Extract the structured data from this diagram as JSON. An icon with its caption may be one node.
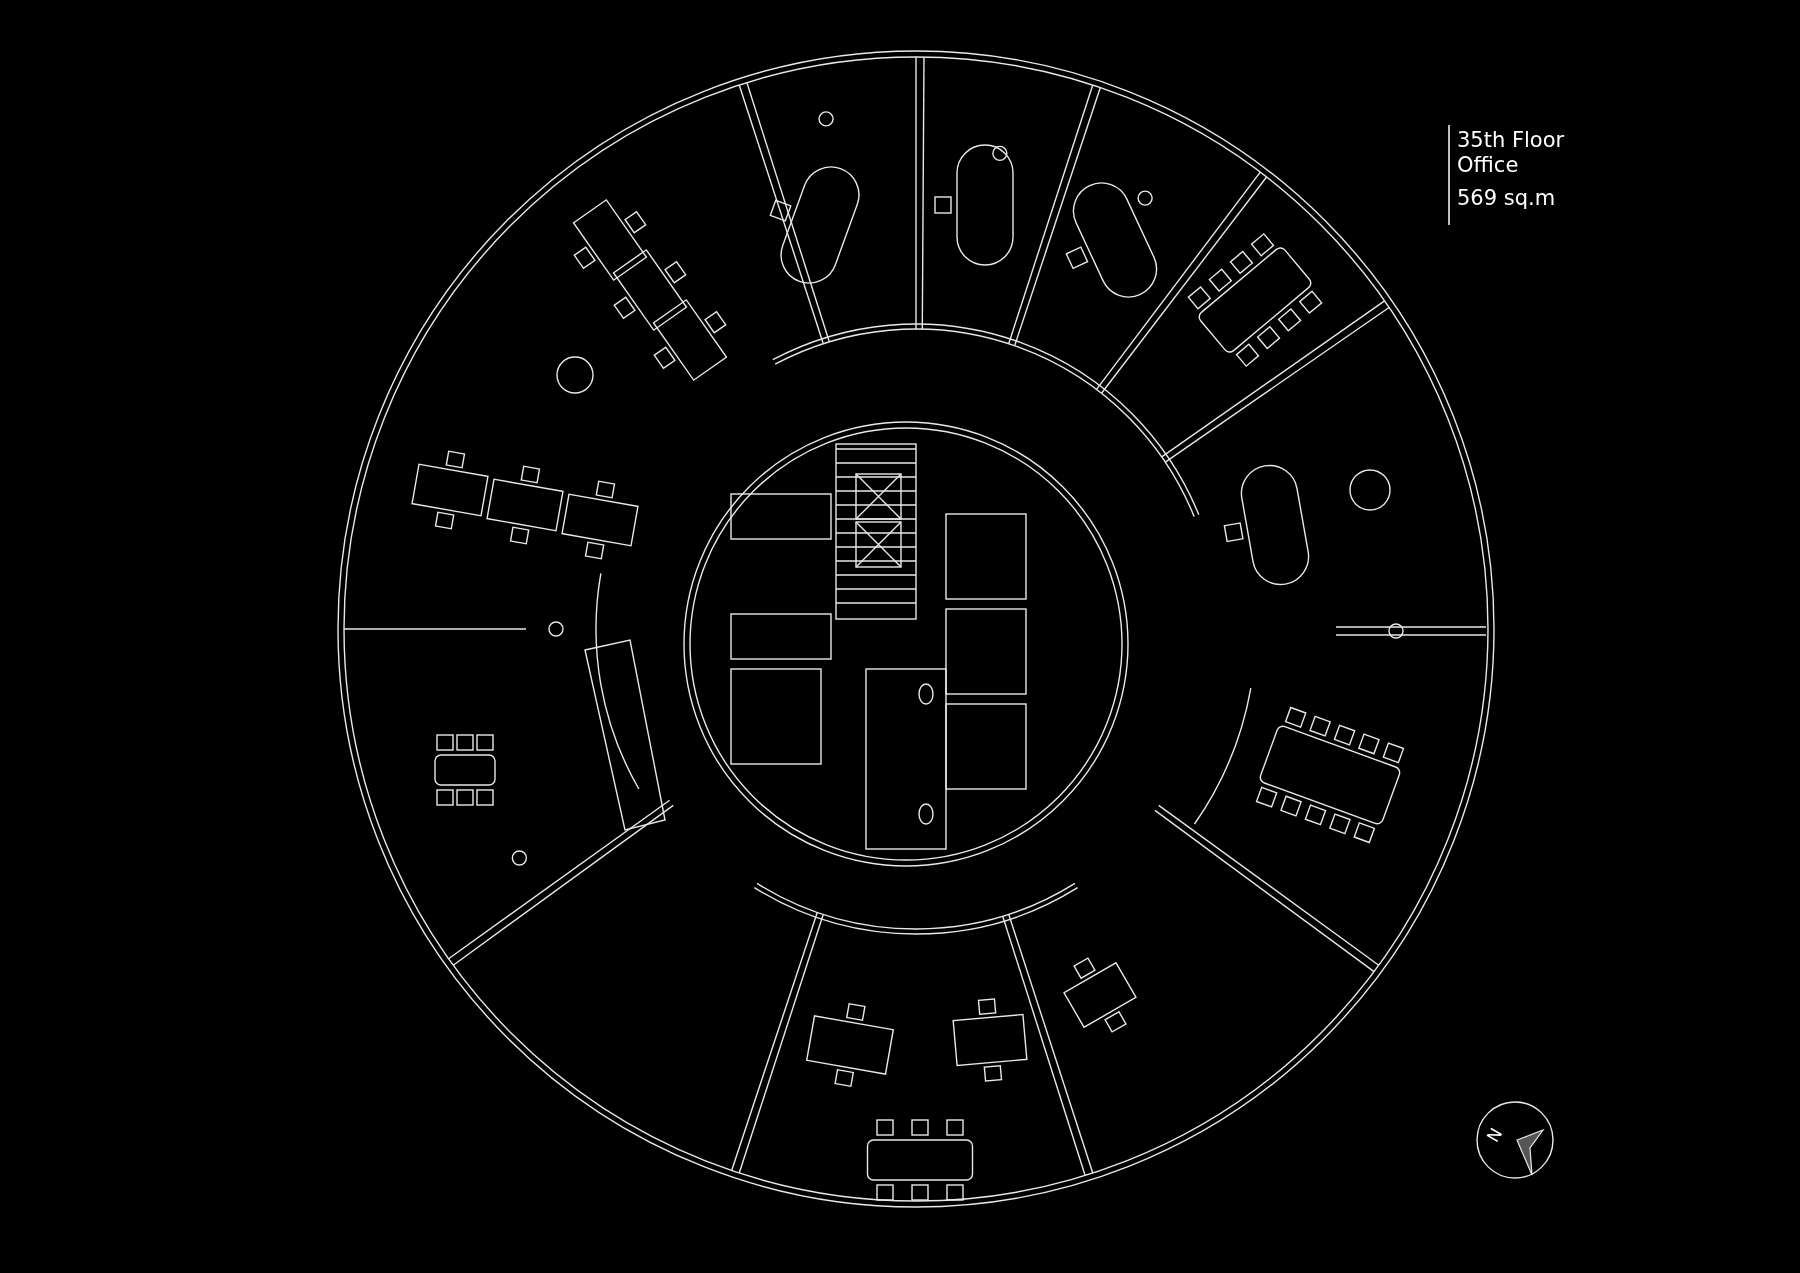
{
  "diagram": {
    "labels": [
      "35th Floor Office",
      "569 sq.m",
      "N"
    ]
  }
}
